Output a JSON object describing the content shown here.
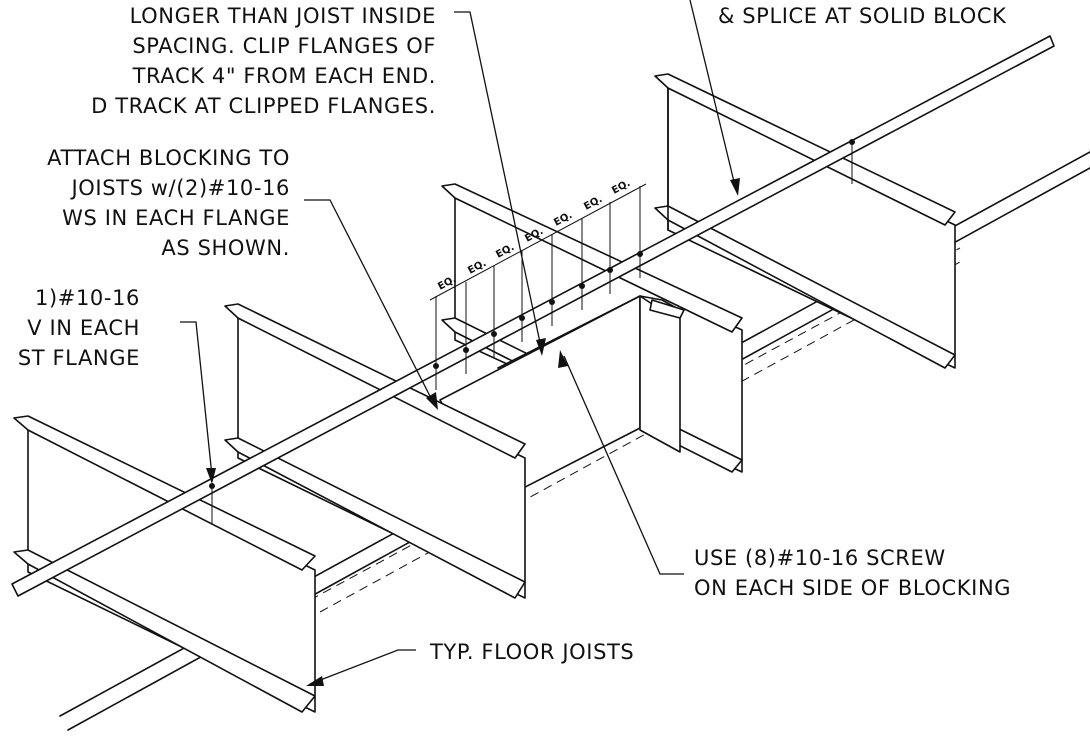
{
  "notes": {
    "track_length": {
      "lines": [
        "LONGER THAN JOIST INSIDE",
        "SPACING. CLIP FLANGES OF",
        "TRACK 4\" FROM EACH END.",
        "D TRACK AT CLIPPED FLANGES."
      ]
    },
    "splice": {
      "lines": [
        "& SPLICE AT SOLID BLOCK"
      ]
    },
    "attach_blocking": {
      "lines": [
        "ATTACH BLOCKING TO",
        "JOISTS w/(2)#10-16",
        "WS IN EACH FLANGE",
        "AS SHOWN."
      ]
    },
    "screw_each_flange": {
      "lines": [
        "1)#10-16",
        "V IN EACH",
        "ST FLANGE"
      ]
    },
    "use_screws": {
      "lines": [
        "USE (8)#10-16 SCREW",
        "ON EACH SIDE OF BLOCKING"
      ]
    },
    "floor_joists": {
      "lines": [
        "TYP. FLOOR JOISTS"
      ]
    }
  },
  "dimensions": {
    "equal_spacing_label": "EQ.",
    "count": 7
  }
}
